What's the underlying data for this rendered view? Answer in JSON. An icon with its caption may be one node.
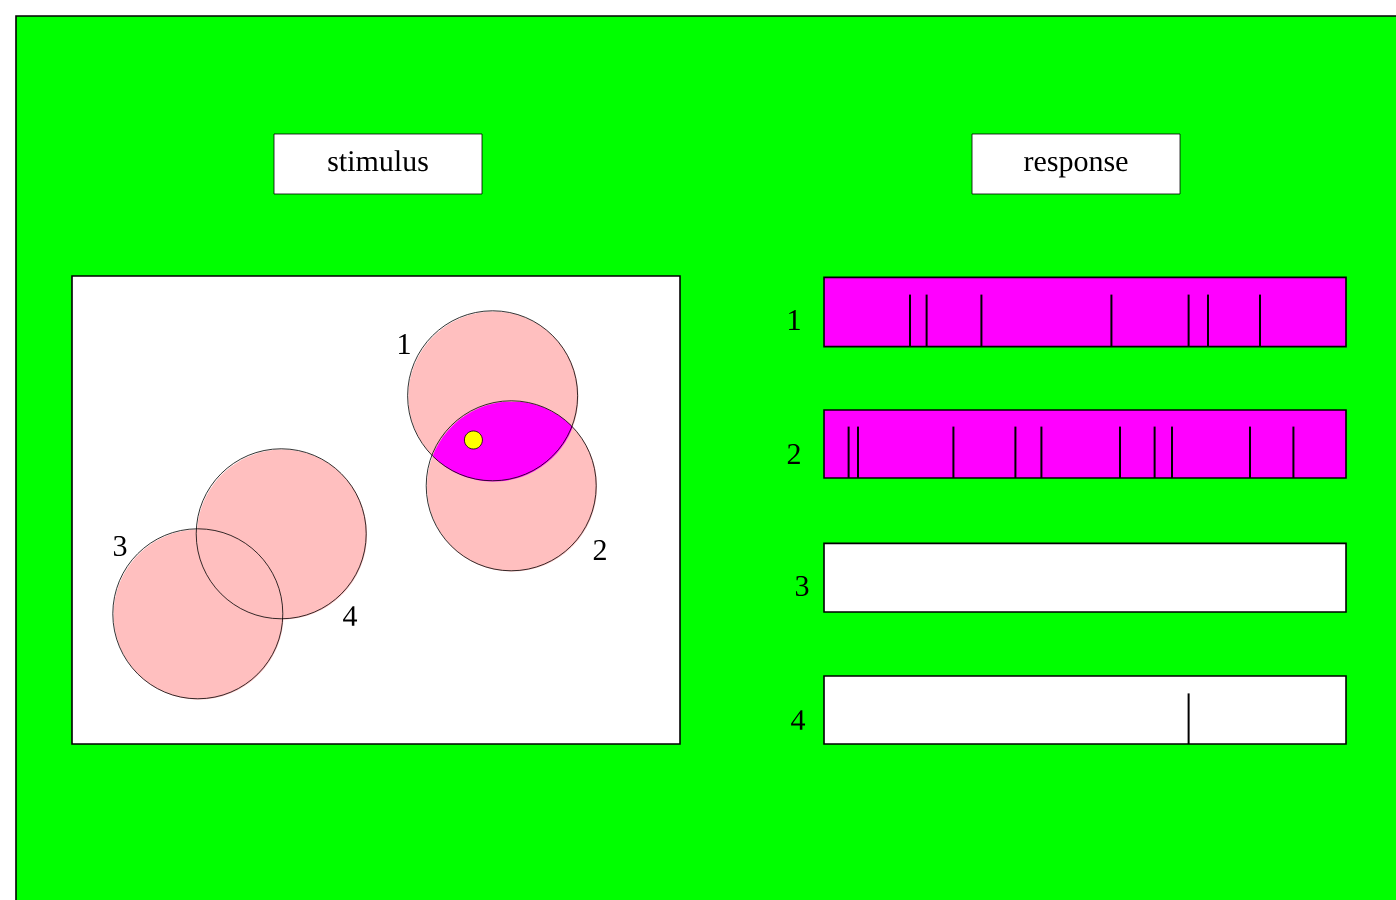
{
  "diagram": {
    "nodes": [
      {
        "text": [
          "stimulus"
        ]
      },
      {
        "text": [
          "response"
        ]
      },
      {
        "text": [],
        "shape": "box"
      },
      {
        "text": [],
        "shape": "circle",
        "beside": [
          "1"
        ],
        "in": 2
      },
      {
        "text": [],
        "shape": "circle",
        "beside": [
          "2"
        ],
        "in": 2
      },
      {
        "text": [],
        "shape": "circle",
        "beside": [
          "3"
        ],
        "in": 2
      },
      {
        "text": [],
        "shape": "circle",
        "beside": [
          "4"
        ],
        "in": 2
      },
      {
        "text": [],
        "shape": "bar",
        "beside": [
          "1"
        ]
      },
      {
        "text": [],
        "shape": "bar",
        "beside": [
          "2"
        ]
      },
      {
        "text": [],
        "shape": "bar",
        "beside": [
          "3"
        ]
      },
      {
        "text": [],
        "shape": "bar",
        "beside": [
          "4"
        ]
      }
    ]
  }
}
